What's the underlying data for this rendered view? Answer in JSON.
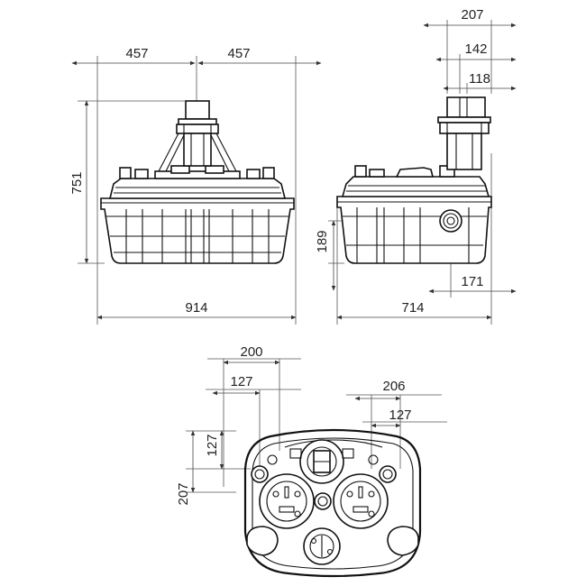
{
  "dimensions": {
    "front": {
      "half_width_left": "457",
      "half_width_right": "457",
      "height": "751",
      "width": "914"
    },
    "side": {
      "top_207": "207",
      "top_142": "142",
      "top_118": "118",
      "height_189": "189",
      "inlet_171": "171",
      "depth": "714"
    },
    "plan": {
      "top_200": "200",
      "top_127": "127",
      "left_127": "127",
      "left_207": "207",
      "right_206": "206",
      "right_127": "127"
    }
  },
  "colors": {
    "line": "#111111",
    "dimension_line": "#444444",
    "text": "#222222",
    "background": "#ffffff"
  }
}
